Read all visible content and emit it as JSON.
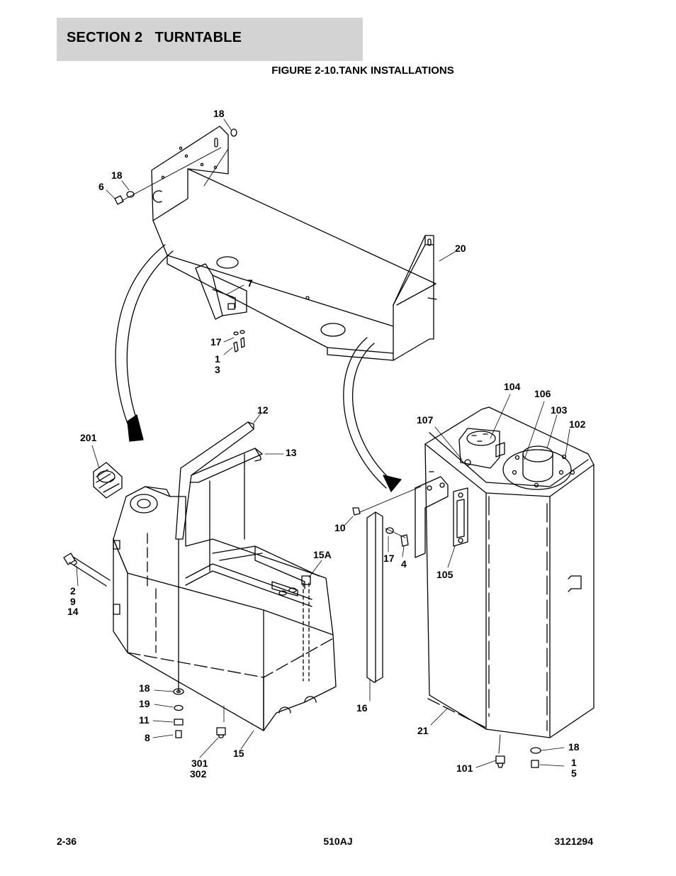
{
  "header": {
    "section_title": "SECTION 2   TURNTABLE"
  },
  "figure": {
    "title": "FIGURE 2-10.TANK INSTALLATIONS",
    "callouts": {
      "c18a": "18",
      "c18b": "18",
      "c6": "6",
      "c20": "20",
      "c7": "7",
      "c17a": "17",
      "c1a": "1",
      "c3": "3",
      "c12": "12",
      "c13": "13",
      "c201": "201",
      "c2": "2",
      "c9": "9",
      "c14": "14",
      "c15A": "15A",
      "c18c": "18",
      "c19": "19",
      "c11": "11",
      "c8": "8",
      "c301": "301",
      "c302": "302",
      "c15": "15",
      "c104": "104",
      "c106": "106",
      "c103": "103",
      "c102": "102",
      "c107": "107",
      "c10": "10",
      "c17b": "17",
      "c4": "4",
      "c105": "105",
      "c16": "16",
      "c21": "21",
      "c18d": "18",
      "c1b": "1",
      "c5": "5",
      "c101": "101"
    }
  },
  "footer": {
    "page_number": "2-36",
    "model": "510AJ",
    "doc_number": "3121294"
  }
}
